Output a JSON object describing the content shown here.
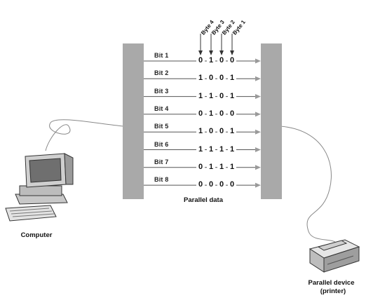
{
  "bit_labels": [
    "Bit 1",
    "Bit 2",
    "Bit 3",
    "Bit 4",
    "Bit 5",
    "Bit 6",
    "Bit 7",
    "Bit 8"
  ],
  "byte_labels": [
    "Byte 4",
    "Byte 3",
    "Byte 2",
    "Byte 1"
  ],
  "bit_rows": [
    [
      "0",
      "1",
      "0",
      "0"
    ],
    [
      "1",
      "0",
      "0",
      "1"
    ],
    [
      "1",
      "1",
      "0",
      "1"
    ],
    [
      "0",
      "1",
      "0",
      "0"
    ],
    [
      "1",
      "0",
      "0",
      "1"
    ],
    [
      "1",
      "1",
      "1",
      "1"
    ],
    [
      "0",
      "1",
      "1",
      "1"
    ],
    [
      "0",
      "0",
      "0",
      "0"
    ]
  ],
  "captions": {
    "parallel_data": "Parallel data",
    "computer": "Computer",
    "device_line1": "Parallel device",
    "device_line2": "(printer)"
  },
  "colors": {
    "bar": "#a9a9a9",
    "line": "#555555",
    "arrowhead": "#9a9a9a"
  }
}
